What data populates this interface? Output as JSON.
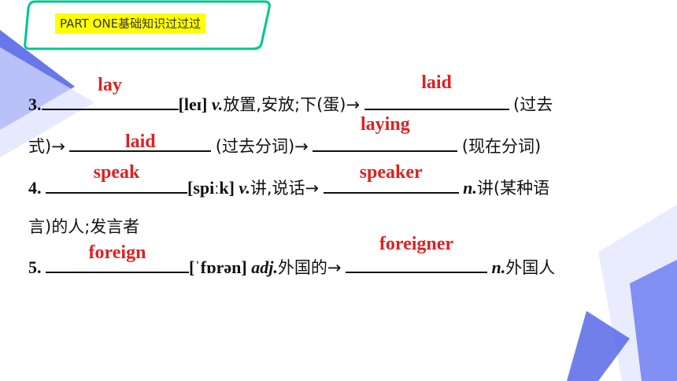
{
  "header": {
    "title": "PART ONE基础知识过过过"
  },
  "colors": {
    "accent": "#00c58f",
    "blue": "#5868e8",
    "answer": "#e02020",
    "highlight": "#ffff00"
  },
  "exercise": {
    "l1": {
      "num": "3.",
      "phon": "[leɪ]",
      "pos": "v.",
      "meaning": "放置,安放;下(蛋)→",
      "paren": "(过去"
    },
    "l2": {
      "a": "式)→",
      "b": "(过去分词)→",
      "c": "(现在分词)"
    },
    "l3": {
      "num": "4.",
      "phon": "[spiːk]",
      "pos": "v.",
      "meaning": "讲,说话→",
      "pos2": "n.",
      "meaning2": "讲(某种语"
    },
    "l4": {
      "text": "言)的人;发言者"
    },
    "l5": {
      "num": "5.",
      "phon": "[ˈfɒrən]",
      "pos": "adj.",
      "meaning": "外国的→",
      "pos2": "n.",
      "meaning2": "外国人"
    },
    "answers": {
      "lay": "lay",
      "laid": "laid",
      "laid2": "laid",
      "laying": "laying",
      "speak": "speak",
      "speaker": "speaker",
      "foreign": "foreign",
      "foreigner": "foreigner"
    }
  }
}
